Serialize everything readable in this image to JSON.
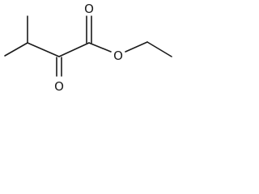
{
  "molecule": {
    "atoms": [
      {
        "id": "o_ester",
        "symbol": "O"
      },
      {
        "id": "o_carbonyl_ester",
        "symbol": "O"
      },
      {
        "id": "o_ketone",
        "symbol": "O"
      }
    ]
  },
  "colors": {
    "bond": "#1a1a1a",
    "label": "#1a1a1a",
    "background": "#ffffff"
  }
}
